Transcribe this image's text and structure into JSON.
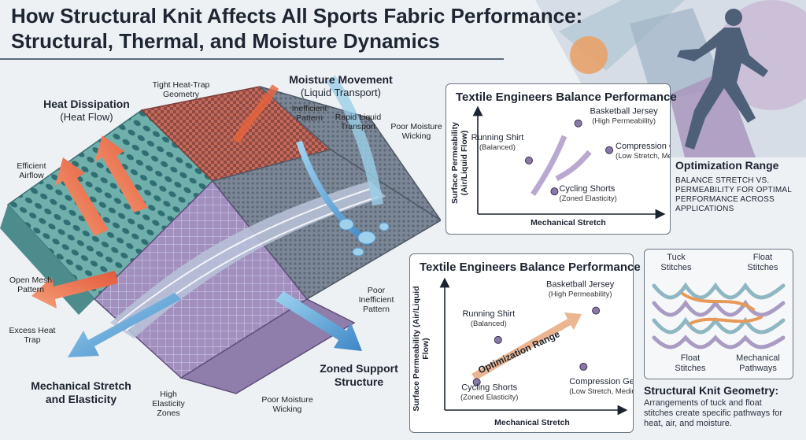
{
  "title": {
    "line1": "How Structural Knit Affects All Sports Fabric Performance:",
    "line2": "Structural, Thermal, and Moisture Dynamics"
  },
  "fabric": {
    "heat_dissipation": "Heat Dissipation",
    "heat_flow": "(Heat Flow)",
    "moisture_movement": "Moisture Movement",
    "liquid_transport": "(Liquid Transport)",
    "tight_heat_trap": "Tight Heat-Trap Geometry",
    "inefficient_pattern": "Inefficient Pattern",
    "rapid_liquid": "Rapid Liquid Transport",
    "poor_wicking_top": "Poor Moisture Wicking",
    "efficient_airflow": "Efficient Airflow",
    "open_mesh": "Open Mesh Pattern",
    "excess_heat": "Excess Heat Trap",
    "poor_inefficient": "Poor Inefficient Pattern",
    "mech_stretch": "Mechanical Stretch and Elasticity",
    "high_elasticity": "High Elasticity Zones",
    "poor_wicking_bottom": "Poor Moisture Wicking",
    "zoned_support": "Zoned Support Structure"
  },
  "chart_data": [
    {
      "type": "scatter",
      "title": "Textile Engineers Balance Performance",
      "xlabel": "Mechanical Stretch",
      "ylabel": "Surface Permeability (Air/Liquid Flow)",
      "points": [
        {
          "name": "Running Shirt",
          "note": "(Balanced)",
          "x": 0.28,
          "y": 0.52
        },
        {
          "name": "Basketball Jersey",
          "note": "(High Permeability)",
          "x": 0.55,
          "y": 0.88
        },
        {
          "name": "Compression Gear",
          "note": "(Low Stretch, Medium Permeability)",
          "x": 0.72,
          "y": 0.62
        },
        {
          "name": "Cycling Shorts",
          "note": "(Zoned Elasticity)",
          "x": 0.42,
          "y": 0.22
        }
      ]
    },
    {
      "type": "scatter",
      "title": "Textile Engineers Balance Performance",
      "xlabel": "Mechanical Stretch",
      "ylabel": "Surface Permeability (Air/Liquid Flow)",
      "annotation": "Optimization Range",
      "points": [
        {
          "name": "Running Shirt",
          "note": "(Balanced)",
          "x": 0.3,
          "y": 0.55
        },
        {
          "name": "Basketball Jersey",
          "note": "(High Permeability)",
          "x": 0.85,
          "y": 0.78
        },
        {
          "name": "Compression Gear",
          "note": "(Low Stretch, Medium Permeability)",
          "x": 0.78,
          "y": 0.34
        },
        {
          "name": "Cycling Shorts",
          "note": "(Zoned Elasticity)",
          "x": 0.18,
          "y": 0.22
        }
      ]
    }
  ],
  "optimization": {
    "heading": "Optimization Range",
    "text": "BALANCE STRETCH VS. PERMEABILITY FOR OPTIMAL PERFORMANCE ACROSS APPLICATIONS"
  },
  "geometry": {
    "tuck": "Tuck Stitches",
    "float_top": "Float Stitches",
    "float_bottom": "Float Stitches",
    "pathways": "Mechanical Pathways",
    "heading": "Structural Knit Geometry:",
    "text": "Arrangements of tuck and float stitches create specific pathways for heat, air, and moisture."
  },
  "colors": {
    "heat": "#e8643c",
    "moisture": "#4aa3d6",
    "stretch": "#3b82c4",
    "fabric_mesh": "#5ea3a0",
    "fabric_purple": "#9a86b4",
    "point": "#8a78a8"
  }
}
